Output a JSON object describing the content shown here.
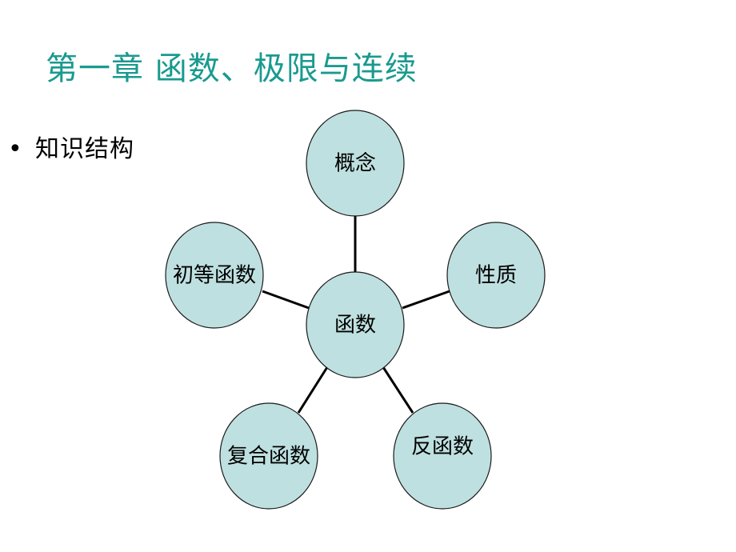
{
  "slide": {
    "title": "第一章  函数、极限与连续",
    "bullet_text": "知识结构",
    "bullet_symbol": "•"
  },
  "diagram": {
    "center": "函数",
    "nodes": {
      "concept": "概念",
      "property": "性质",
      "inverse": "反函数",
      "composite": "复合函数",
      "elementary": "初等函数"
    },
    "colors": {
      "node_fill": "#bfe0e0",
      "title": "#1a9a8f"
    }
  }
}
